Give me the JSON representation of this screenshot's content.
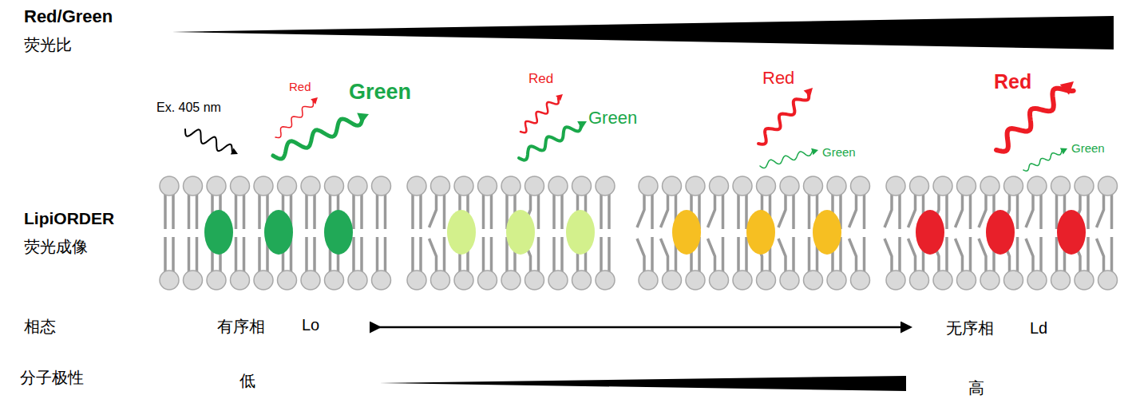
{
  "diagram": {
    "labels": [
      "Red/Green",
      "荧光比",
      "Ex. 405 nm",
      "Red",
      "Green",
      "Red",
      "Green",
      "Red",
      "Green",
      "Red",
      "Green",
      "LipiORDER",
      "荧光成像",
      "相态",
      "有序相",
      "Lo",
      "无序相",
      "Ld",
      "分子极性",
      "低",
      "高"
    ]
  }
}
